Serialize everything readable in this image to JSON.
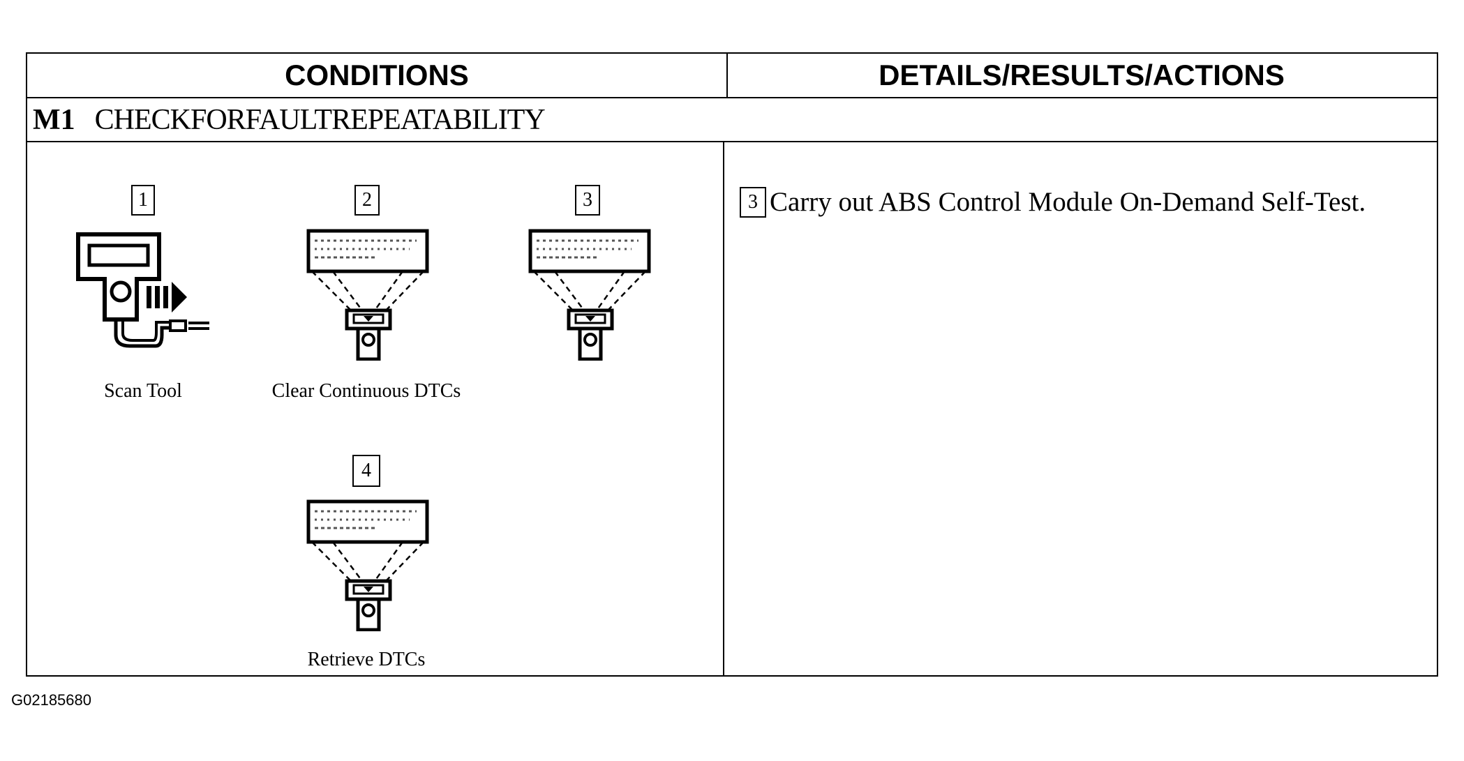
{
  "headers": {
    "left": "CONDITIONS",
    "right": "DETAILS/RESULTS/ACTIONS"
  },
  "step": {
    "code": "M1",
    "title": "CHECKFORFAULTREPEATABILITY"
  },
  "illustrations": [
    {
      "number": "1",
      "caption": "Scan Tool"
    },
    {
      "number": "2",
      "caption": "Clear Continuous DTCs"
    },
    {
      "number": "3",
      "caption": ""
    },
    {
      "number": "4",
      "caption": "Retrieve DTCs"
    }
  ],
  "action": {
    "number": "3",
    "text": "Carry out ABS Control Module On-Demand Self-Test."
  },
  "figure_id": "G02185680"
}
